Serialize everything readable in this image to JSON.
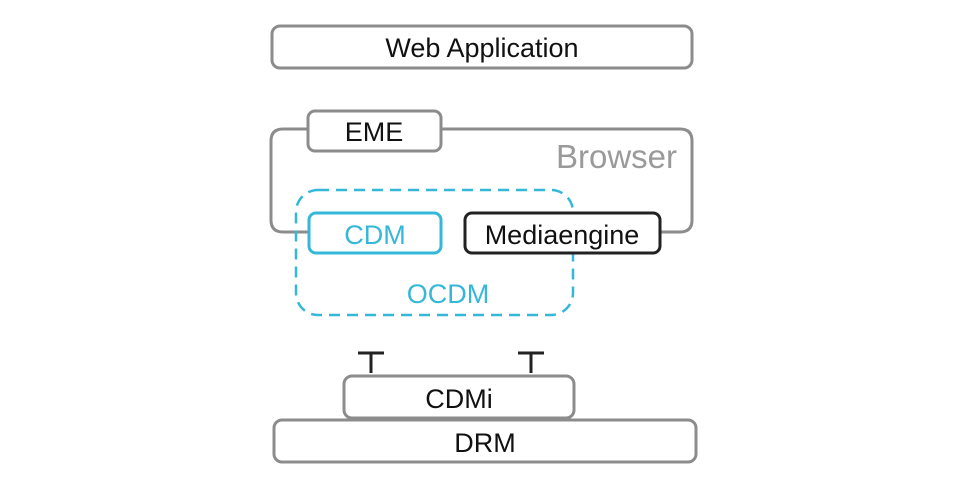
{
  "diagram": {
    "web_application": "Web Application",
    "eme": "EME",
    "browser": "Browser",
    "cdm": "CDM",
    "mediaengine": "Mediaengine",
    "ocdm": "OCDM",
    "cdmi": "CDMi",
    "drm": "DRM"
  },
  "colors": {
    "gray_border": "#8c8c8c",
    "dark_border": "#222222",
    "cyan": "#35b8d8",
    "browser_text": "#9a9a9a",
    "text": "#111111"
  }
}
